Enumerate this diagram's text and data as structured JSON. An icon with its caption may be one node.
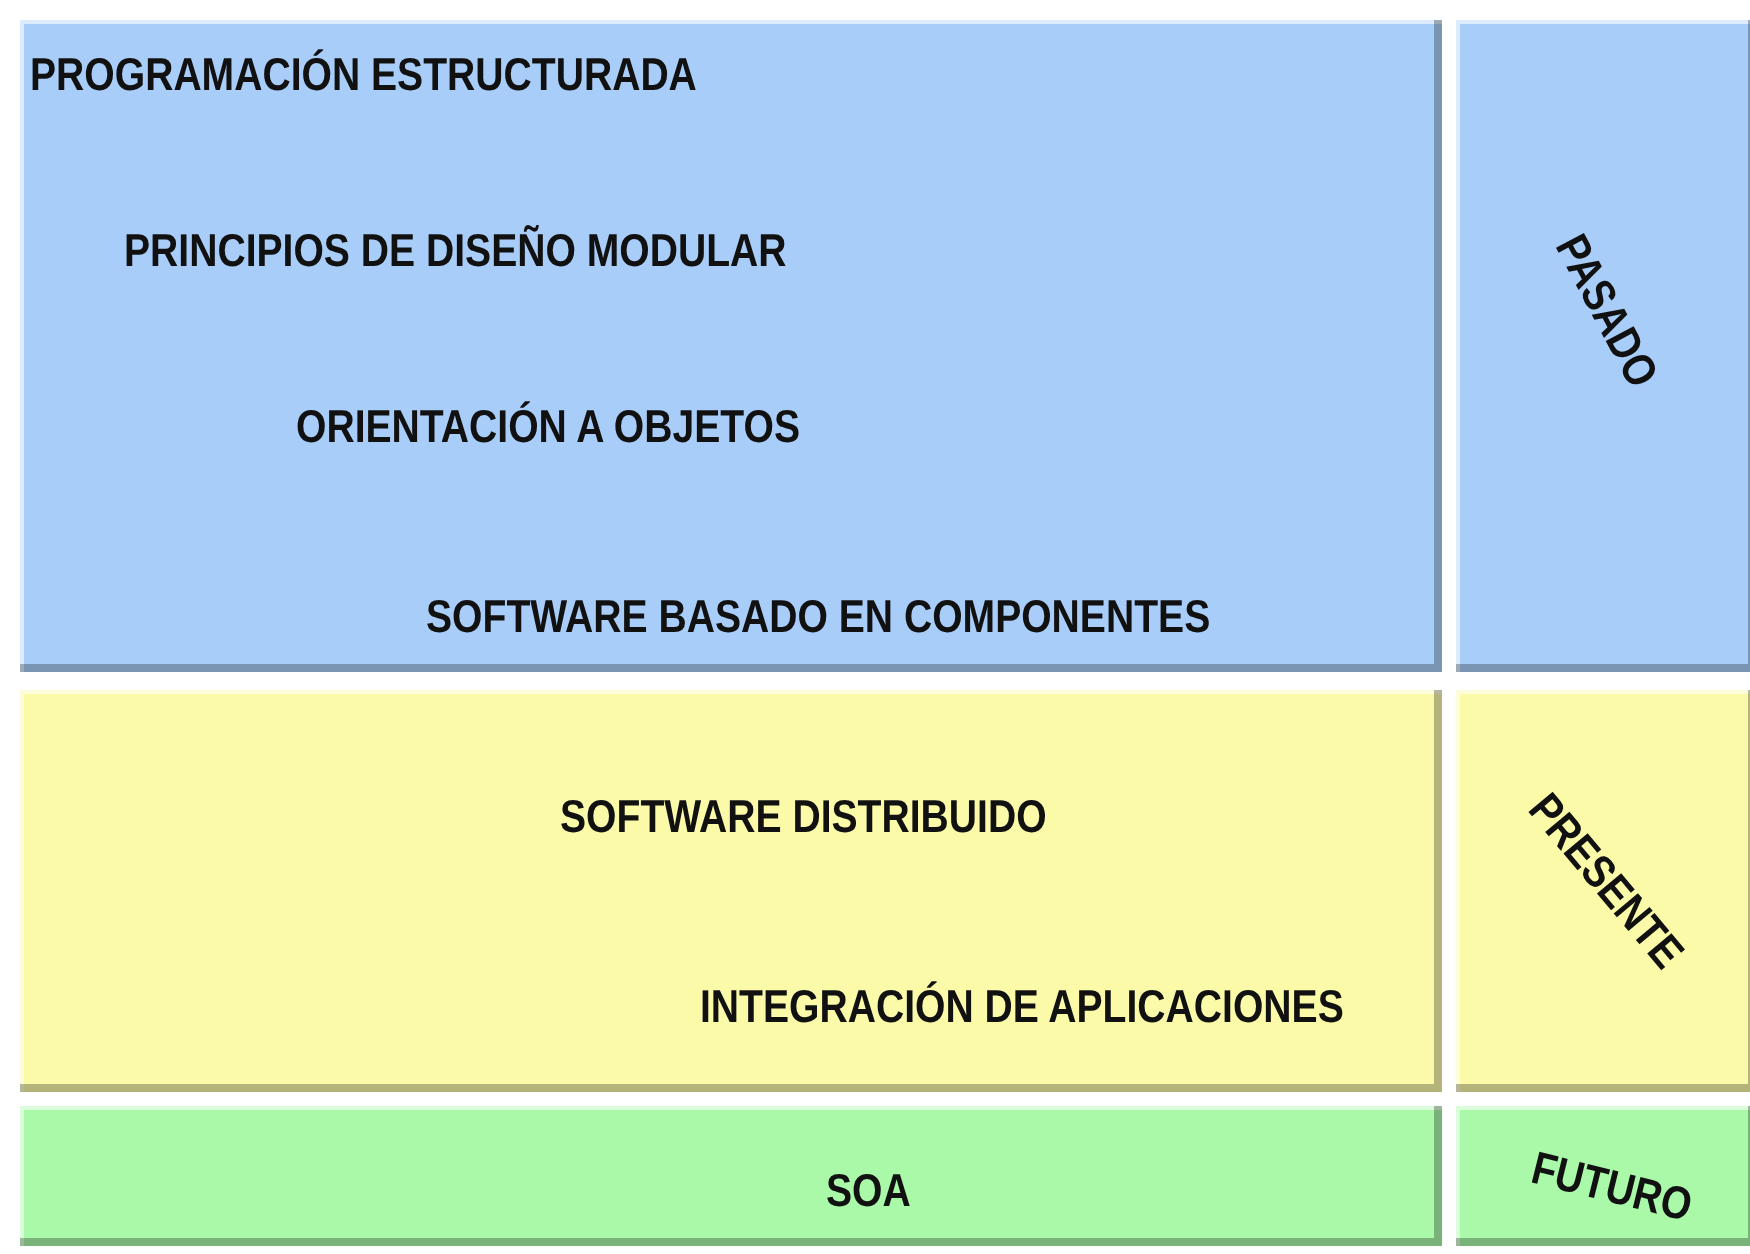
{
  "diagram": {
    "nodes": [
      {
        "text": [
          "PROGRAMACIÓN ESTRUCTURADA",
          "PRINCIPIOS DE DISEÑO MODULAR",
          "ORIENTACIÓN A OBJETOS",
          "SOFTWARE BASADO EN COMPONENTES"
        ]
      },
      {
        "text": [
          "PASADO"
        ]
      },
      {
        "text": [
          "SOFTWARE DISTRIBUIDO",
          "INTEGRACIÓN DE APLICACIONES"
        ]
      },
      {
        "text": [
          "PRESENTE"
        ]
      },
      {
        "text": [
          "SOA"
        ]
      },
      {
        "text": [
          "FUTURO"
        ]
      }
    ]
  }
}
